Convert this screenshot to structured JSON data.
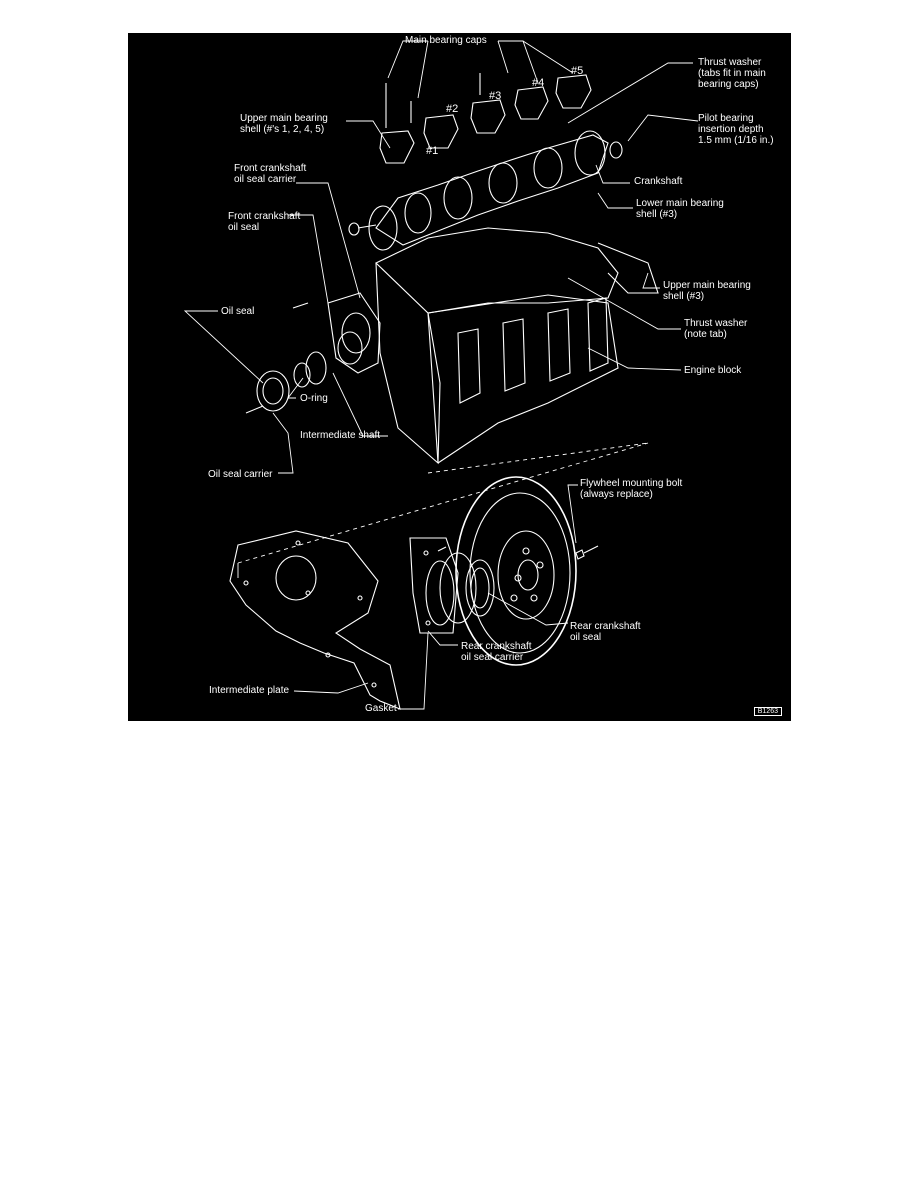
{
  "labels": {
    "main_bearing_caps": "Main bearing caps",
    "thrust_washer_tabs": "Thrust washer\n(tabs fit in main\nbearing caps)",
    "upper_main_bearing_shell": "Upper main bearing\nshell (#'s 1, 2, 4, 5)",
    "pilot_bearing": "Pilot bearing\ninsertion depth\n1.5 mm (1/16 in.)",
    "front_seal_carrier": "Front crankshaft\noil seal carrier",
    "crankshaft": "Crankshaft",
    "lower_main_bearing_shell": "Lower main bearing\nshell (#3)",
    "front_crankshaft_oil_seal": "Front crankshaft\noil seal",
    "upper_main_bearing_shell_3": "Upper main bearing\nshell (#3)",
    "oil_seal": "Oil seal",
    "thrust_washer_note": "Thrust washer\n(note tab)",
    "engine_block": "Engine block",
    "o_ring": "O-ring",
    "intermediate_shaft": "Intermediate shaft",
    "oil_seal_carrier": "Oil seal carrier",
    "flywheel_bolt": "Flywheel mounting bolt\n(always replace)",
    "rear_crankshaft_oil_seal": "Rear crankshaft\noil seal",
    "rear_seal_carrier": "Rear crankshaft\noil seal carrier",
    "intermediate_plate": "Intermediate plate",
    "gasket": "Gasket"
  },
  "cap_numbers": [
    "#1",
    "#2",
    "#3",
    "#4",
    "#5"
  ],
  "figure_tag": "B1263"
}
